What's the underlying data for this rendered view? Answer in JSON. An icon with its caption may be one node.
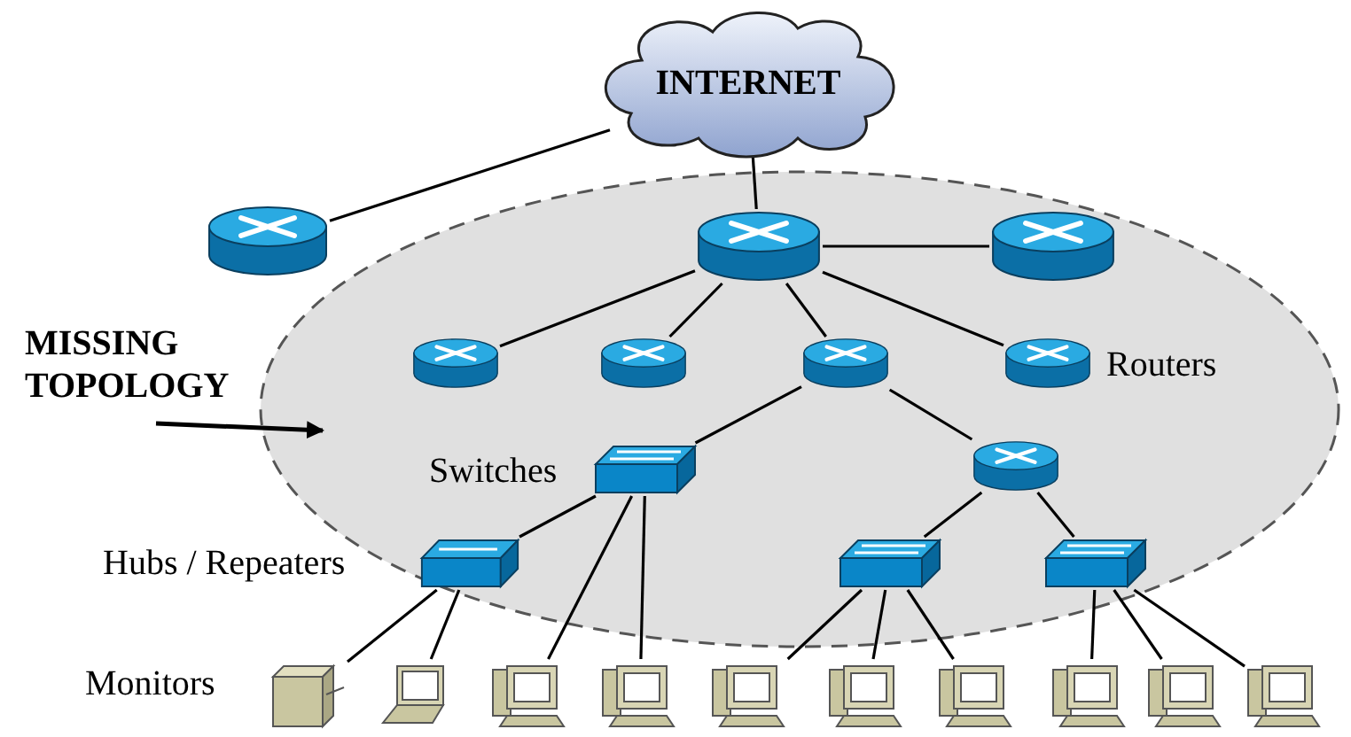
{
  "diagram": {
    "nodes": [
      {
        "text": [
          "INTERNET"
        ]
      },
      {
        "text": [],
        "shape": "router"
      },
      {
        "text": [],
        "shape": "ellipse"
      },
      {
        "text": [],
        "shape": "router",
        "in": 2
      },
      {
        "text": [],
        "shape": "router",
        "in": 2
      },
      {
        "text": [],
        "shape": "router",
        "in": 2
      },
      {
        "text": [],
        "shape": "router",
        "in": 2
      },
      {
        "text": [],
        "shape": "router",
        "in": 2
      },
      {
        "text": [],
        "shape": "router",
        "in": 2
      },
      {
        "text": [
          "MISSING TOPOLOGY"
        ]
      },
      {
        "text": [],
        "shape": "switch",
        "in": 2
      },
      {
        "text": [],
        "shape": "router",
        "in": 2
      },
      {
        "text": [],
        "shape": "hub",
        "in": 2
      },
      {
        "text": [],
        "shape": "switch",
        "in": 2
      },
      {
        "text": [],
        "shape": "switch",
        "in": 2
      },
      {
        "text": [],
        "shape": "printer"
      },
      {
        "text": [],
        "shape": "laptop"
      },
      {
        "text": [],
        "shape": "computer"
      },
      {
        "text": [],
        "shape": "computer"
      },
      {
        "text": [],
        "shape": "computer"
      },
      {
        "text": [],
        "shape": "computer"
      },
      {
        "text": [],
        "shape": "computer"
      },
      {
        "text": [],
        "shape": "computer"
      },
      {
        "text": [],
        "shape": "computer"
      },
      {
        "text": [],
        "shape": "computer"
      }
    ],
    "edges": [
      {
        "from": 0,
        "to": 1,
        "arrow": "none"
      },
      {
        "from": 0,
        "to": 3,
        "arrow": "none"
      },
      {
        "from": 3,
        "to": 4,
        "arrow": "none"
      },
      {
        "from": 3,
        "to": 5,
        "arrow": "none"
      },
      {
        "from": 3,
        "to": 6,
        "arrow": "none"
      },
      {
        "from": 3,
        "to": 7,
        "arrow": "none"
      },
      {
        "from": 3,
        "to": 8,
        "arrow": "none"
      },
      {
        "from": 9,
        "to": 2,
        "arrow": "to"
      },
      {
        "from": 7,
        "to": 10,
        "arrow": "none"
      },
      {
        "from": 7,
        "to": 11,
        "arrow": "none"
      },
      {
        "from": 10,
        "to": 12,
        "arrow": "none"
      },
      {
        "from": 10,
        "to": 17,
        "arrow": "none"
      },
      {
        "from": 10,
        "to": 18,
        "arrow": "none"
      },
      {
        "from": 11,
        "to": 13,
        "arrow": "none"
      },
      {
        "from": 11,
        "to": 14,
        "arrow": "none"
      },
      {
        "from": 12,
        "to": 15,
        "arrow": "none"
      },
      {
        "from": 12,
        "to": 16,
        "arrow": "none"
      },
      {
        "from": 13,
        "to": 19,
        "arrow": "none"
      },
      {
        "from": 13,
        "to": 20,
        "arrow": "none"
      },
      {
        "from": 13,
        "to": 21,
        "arrow": "none"
      },
      {
        "from": 14,
        "to": 22,
        "arrow": "none"
      },
      {
        "from": 14,
        "to": 23,
        "arrow": "none"
      },
      {
        "from": 14,
        "to": 24,
        "arrow": "none"
      }
    ],
    "labels": [
      "Routers",
      "Switches",
      "Hubs / Repeaters",
      "Monitors"
    ]
  }
}
